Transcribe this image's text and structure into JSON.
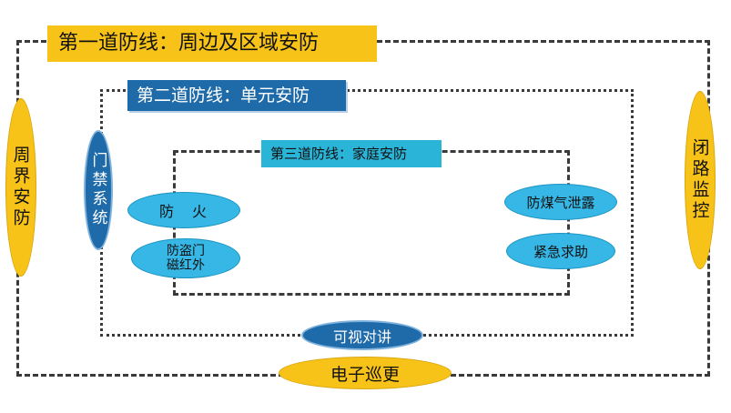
{
  "lines": {
    "first": "第一道防线：周边及区域安防",
    "second": "第二道防线：单元安防",
    "third": "第三道防线：家庭安防"
  },
  "nodes": {
    "perimeter_security": "周界安防",
    "cctv_monitoring": "闭路监控",
    "access_control": "门禁系统",
    "fire": [
      "防",
      "火"
    ],
    "anti_theft": [
      "防盗门",
      "磁红外"
    ],
    "gas_leak": "防煤气泄露",
    "emergency_help": "紧急求助",
    "video_intercom": "可视对讲",
    "electronic_patrol": "电子巡更"
  },
  "colors": {
    "yellow": "#f7c319",
    "dark_blue": "#1f6aa8",
    "light_blue": "#36b7e6",
    "cyan": "#29b4d8"
  }
}
